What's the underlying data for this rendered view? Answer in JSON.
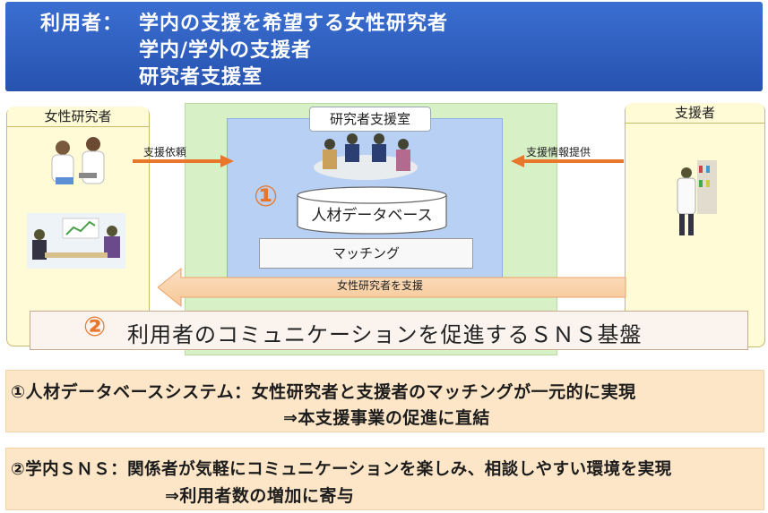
{
  "header": {
    "users_label": "利用者：",
    "lines": [
      "学内の支援を希望する女性研究者",
      "学内/学外の支援者",
      "研究者支援室"
    ]
  },
  "left_panel": {
    "title": "女性研究者"
  },
  "right_panel": {
    "title": "支援者"
  },
  "center": {
    "office_title": "研究者支援室",
    "marker1": "①",
    "hr_database": "人材データベース",
    "matching": "マッチング"
  },
  "arrows": {
    "support_request": "支援依頼",
    "support_info": "支援情報提供",
    "support_researchers": "女性研究者を支援"
  },
  "sns": {
    "marker2": "②",
    "text": "利用者のコミュニケーションを促進するＳＮＳ基盤"
  },
  "summary": {
    "item1_line1": "①人材データベースシステム：女性研究者と支援者のマッチングが一元的に実現",
    "item1_line2": "⇒本支援事業の促進に直結",
    "item2_line1": "②学内ＳＮＳ：関係者が気軽にコミュニケーションを楽しみ、相談しやすい環境を実現",
    "item2_line2": "⇒利用者数の増加に寄与"
  },
  "colors": {
    "header_blue": "#2f5fc4",
    "orange_accent": "#e8762b",
    "green_frame": "#d8f0c6",
    "blue_box": "#b7d0f3",
    "panel_yellow": "#fffbd6",
    "summary_peach": "#fde6c8"
  }
}
